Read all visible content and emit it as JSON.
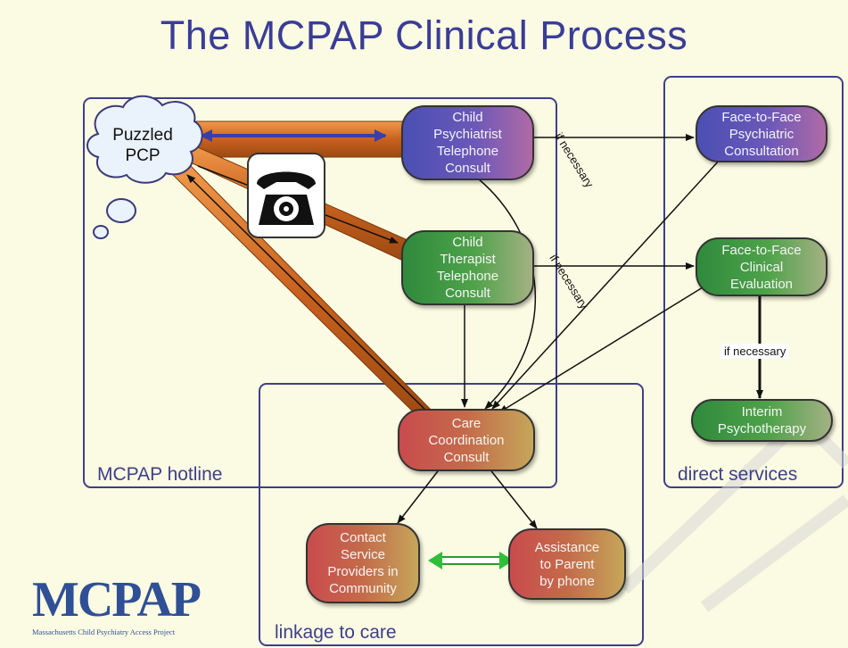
{
  "title": "The MCPAP Clinical Process",
  "regions": {
    "hotline": "MCPAP hotline",
    "direct": "direct services",
    "linkage": "linkage to care"
  },
  "nodes": {
    "puzzled_pcp": "Puzzled\nPCP",
    "psychiatrist_consult": "Child\nPsychiatrist\nTelephone\nConsult",
    "therapist_consult": "Child\nTherapist\nTelephone\nConsult",
    "care_coordination": "Care\nCoordination\nConsult",
    "face_psychiatric": "Face-to-Face\nPsychiatric\nConsultation",
    "face_clinical": "Face-to-Face\nClinical\nEvaluation",
    "interim": "Interim\nPsychotherapy",
    "contact_providers": "Contact\nService\nProviders in\nCommunity",
    "assistance_parent": "Assistance\nto Parent\nby phone"
  },
  "edge_labels": {
    "if_necessary_1": "if necessary",
    "if_necessary_2": "if necessary",
    "if_necessary_3": "if necessary"
  },
  "logo": {
    "text": "MCPAP",
    "subtitle": "Massachusetts Child Psychiatry Access Project"
  },
  "colors": {
    "title": "#3a3d96",
    "region_border": "#3d3f8a",
    "pipe": "#d2691e",
    "purple_node": "#4b4fb3",
    "green_node": "#2f8a3c",
    "redgold_node": "#c94b4e"
  }
}
